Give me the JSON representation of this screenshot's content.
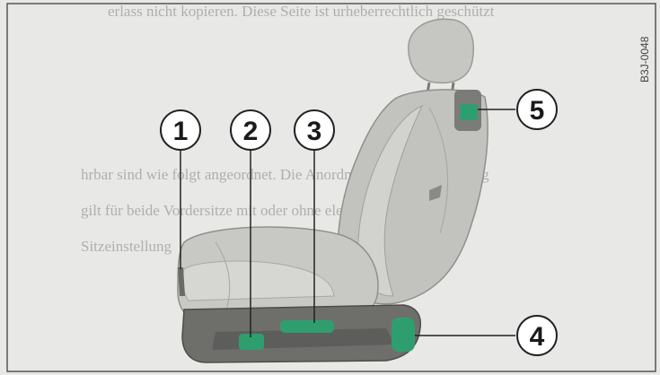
{
  "figure": {
    "id": "B3J-0048",
    "show_through_text": [
      "erlass nicht kopieren. Diese Seite ist urheberrechtlich geschützt",
      "hrbar sind wie folgt angeordnet. Die Anordnung der Sitzbedienung",
      "gilt für beide Vordersitze mit oder ohne elektrische",
      "Sitzeinstellung"
    ]
  },
  "callouts": [
    {
      "label": "1",
      "part": "seat-height-lever"
    },
    {
      "label": "2",
      "part": "seat-fore-aft-lever"
    },
    {
      "label": "3",
      "part": "seat-cushion-control"
    },
    {
      "label": "4",
      "part": "backrest-adjust-handwheel"
    },
    {
      "label": "5",
      "part": "lumbar-support-control"
    }
  ],
  "colors": {
    "highlight": "#2f9e6f",
    "seat": "#b9b9b6",
    "seat_shadow": "#8e8e8b",
    "frame": "#5a5a58",
    "callout_circle": "#ffffff"
  }
}
